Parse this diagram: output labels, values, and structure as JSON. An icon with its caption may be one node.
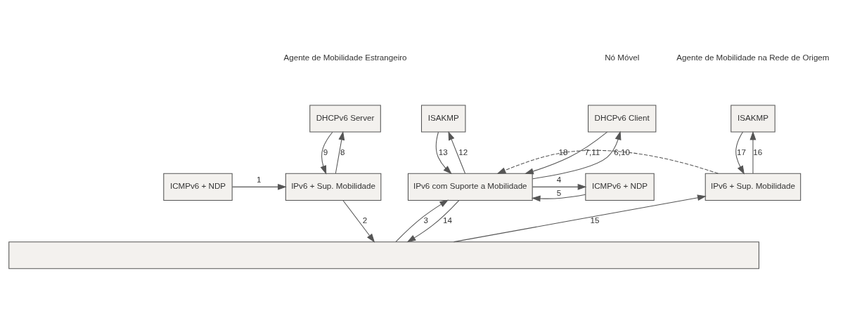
{
  "diagram": {
    "nodes": [
      {
        "text": [
          "DHCPv6 Client"
        ]
      },
      {
        "text": [
          "ISAKMP"
        ]
      },
      {
        "text": [
          "IPv6 com Suporte a Mobilidade"
        ]
      },
      {
        "text": [
          "ICMPv6 + NDP"
        ]
      },
      {
        "text": [
          "DHCPv6 Server"
        ]
      },
      {
        "text": [
          "IPv6 + Sup. Mobilidade"
        ]
      },
      {
        "text": [
          "ICMPv6 + NDP"
        ]
      },
      {
        "text": [
          "ISAKMP"
        ]
      },
      {
        "text": [
          "IPv6 + Sup. Mobilidade"
        ]
      },
      {
        "text": [],
        "shape": "box"
      }
    ],
    "edges": [
      {
        "from": 0,
        "to": 2,
        "arrow": "to",
        "label": "7,11"
      },
      {
        "from": 2,
        "to": 0,
        "arrow": "to",
        "label": "6,10"
      },
      {
        "from": 2,
        "to": 1,
        "arrow": "to",
        "label": "12"
      },
      {
        "from": 1,
        "to": 2,
        "arrow": "to",
        "label": "13"
      },
      {
        "from": 2,
        "to": 3,
        "arrow": "to",
        "label": "4"
      },
      {
        "from": 3,
        "to": 2,
        "arrow": "to",
        "label": "5"
      },
      {
        "from": 9,
        "to": 2,
        "arrow": "to",
        "label": "3"
      },
      {
        "from": 2,
        "to": 9,
        "arrow": "to",
        "label": "14"
      },
      {
        "from": 4,
        "to": 5,
        "arrow": "to",
        "label": "9"
      },
      {
        "from": 5,
        "to": 4,
        "arrow": "to",
        "label": "8"
      },
      {
        "from": 6,
        "to": 5,
        "arrow": "to",
        "label": "1"
      },
      {
        "from": 5,
        "to": 9,
        "arrow": "to",
        "label": "2"
      },
      {
        "from": 8,
        "to": 7,
        "arrow": "to",
        "label": "16"
      },
      {
        "from": 7,
        "to": 8,
        "arrow": "to",
        "label": "17"
      },
      {
        "from": 9,
        "to": 8,
        "arrow": "to",
        "label": "15"
      },
      {
        "from": 8,
        "to": 2,
        "arrow": "to",
        "label": "18",
        "style": "dashed"
      }
    ],
    "labels": [
      "Nó Móvel",
      "Agente de Mobilidade Estrangeiro",
      "Agente de Mobilidade na Rede de Origem"
    ]
  }
}
